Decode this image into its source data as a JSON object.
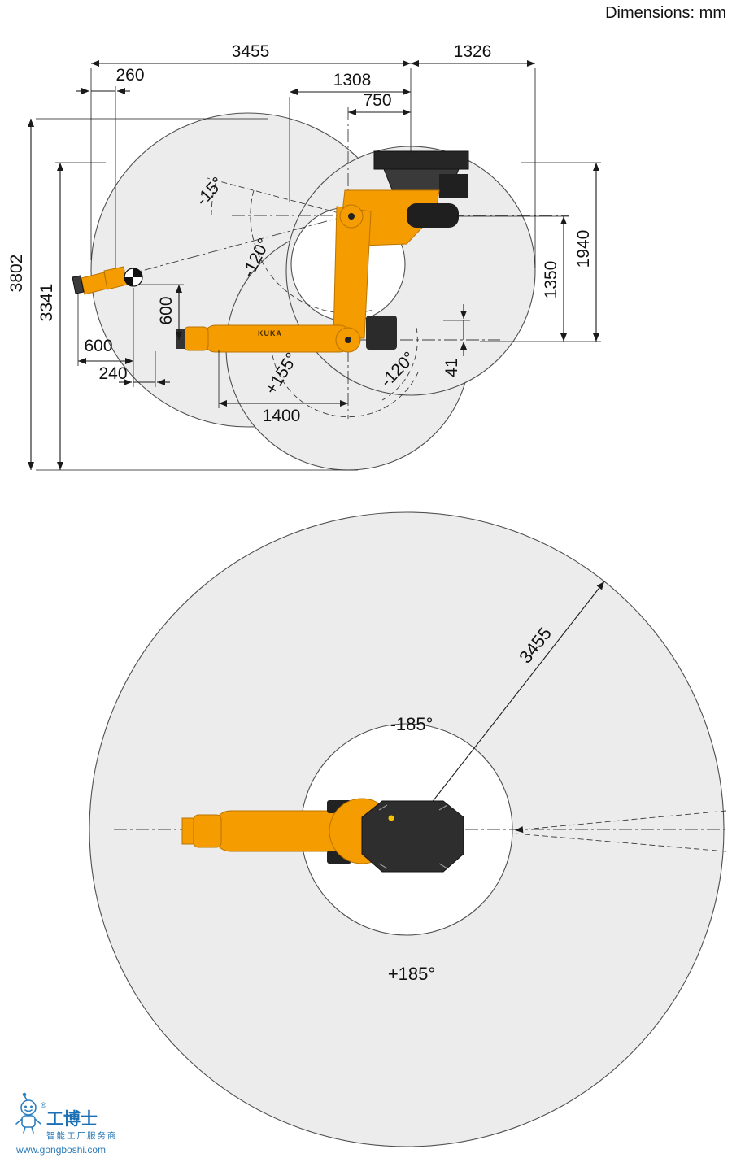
{
  "page": {
    "units_label": "Dimensions: mm"
  },
  "colors": {
    "robot_orange": "#f59c00",
    "robot_dark": "#2b2b2b",
    "envelope_gray": "#ececec",
    "line_dark": "#1a1a1a",
    "logo_blue": "#1a6fb5"
  },
  "side_view": {
    "dim_3455": "3455",
    "dim_1326": "1326",
    "dim_260": "260",
    "dim_1308": "1308",
    "dim_750": "750",
    "dim_3802": "3802",
    "dim_3341": "3341",
    "dim_1940": "1940",
    "dim_1350": "1350",
    "dim_600_vertical": "600",
    "dim_600_horizontal": "600",
    "dim_240": "240",
    "dim_1400": "1400",
    "dim_41": "41",
    "angle_minus_15": "-15°",
    "angle_minus_120_upper": "-120°",
    "angle_plus_155": "+155°",
    "angle_minus_120_lower": "-120°",
    "robot_brand": "KUKA"
  },
  "top_view": {
    "dim_radius_3455": "3455",
    "angle_minus_185": "-185°",
    "angle_plus_185": "+185°"
  },
  "logo": {
    "registered_mark": "®",
    "name": "工博士",
    "tagline": "智能工厂服务商",
    "website": "www.gongboshi.com"
  }
}
